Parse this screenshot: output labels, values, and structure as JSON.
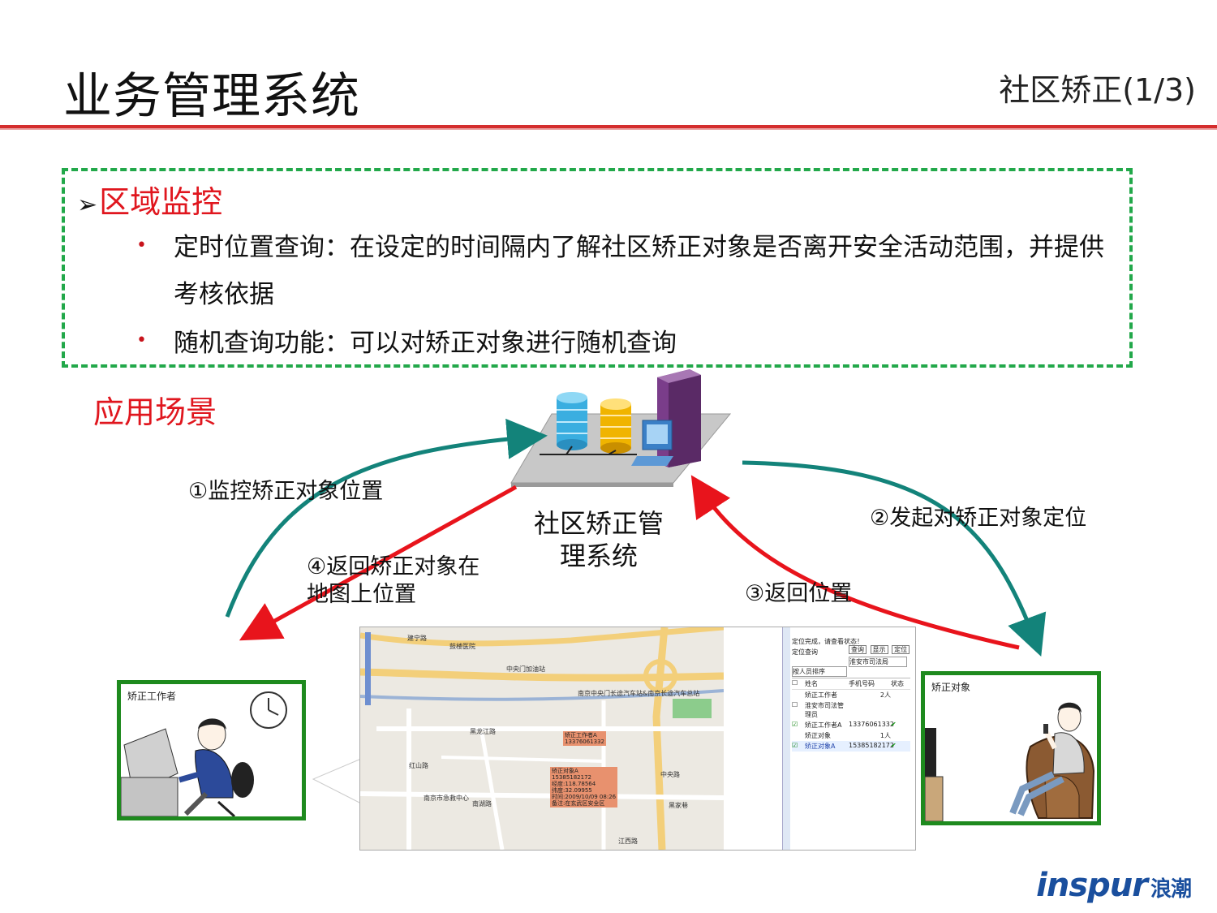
{
  "header": {
    "title": "业务管理系统",
    "subtitle": "社区矫正(1/3)"
  },
  "section": {
    "heading_arrow": "➢",
    "heading": "区域监控",
    "bullets": [
      "定时位置查询：在设定的时间隔内了解社区矫正对象是否离开安全活动范围，并提供考核依据",
      "随机查询功能：可以对矫正对象进行随机查询"
    ]
  },
  "scene": {
    "heading": "应用场景",
    "center_label": "社区矫正管理系统",
    "steps": {
      "s1": "①监控矫正对象位置",
      "s2": "②发起对矫正对象定位",
      "s3": "③返回位置",
      "s4_line1": "④返回矫正对象在",
      "s4_line2": "地图上位置"
    },
    "worker_caption": "矫正工作者",
    "subject_caption": "矫正对象"
  },
  "map": {
    "roads": [
      "建宁路",
      "鼓楼医院",
      "中央门加油站",
      "南京中央门长途汽车站&南京长途汽车总站",
      "黑龙江路",
      "南京市急救中心",
      "红山路",
      "江西路",
      "中央路",
      "黑家巷",
      "南湖路"
    ],
    "popup1": [
      "矫正工作者A",
      "13376061332"
    ],
    "popup2": [
      "矫正对象A",
      "15385182172",
      "经度:118.78564",
      "纬度:32.09955",
      "时间:2009/10/09 08:26",
      "备注:在玄武区安全区"
    ]
  },
  "side_panel": {
    "notice": "定位完成，请查看状态！",
    "query_label": "定位查询",
    "buttons": [
      "查询",
      "显示",
      "定位"
    ],
    "org_select": "淮安市司法局",
    "sort_select": "按人员排序",
    "columns": [
      "姓名",
      "手机号码",
      "状态"
    ],
    "rows": [
      {
        "name": "矫正工作者",
        "phone": "",
        "count": "2人"
      },
      {
        "name": "淮安市司法管理员",
        "phone": "",
        "count": ""
      },
      {
        "name": "矫正工作者A",
        "phone": "13376061332",
        "count": ""
      },
      {
        "name": "矫正对象",
        "phone": "",
        "count": "1人"
      },
      {
        "name": "矫正对象A",
        "phone": "15385182172",
        "count": ""
      }
    ]
  },
  "logo": {
    "brand": "inspur",
    "cn": "浪潮",
    "color": "#1a4f9e"
  },
  "colors": {
    "accent_red": "#e0161e",
    "dashed_green": "#22a84a",
    "teal_arrow": "#13837a",
    "red_arrow": "#e8141c"
  }
}
